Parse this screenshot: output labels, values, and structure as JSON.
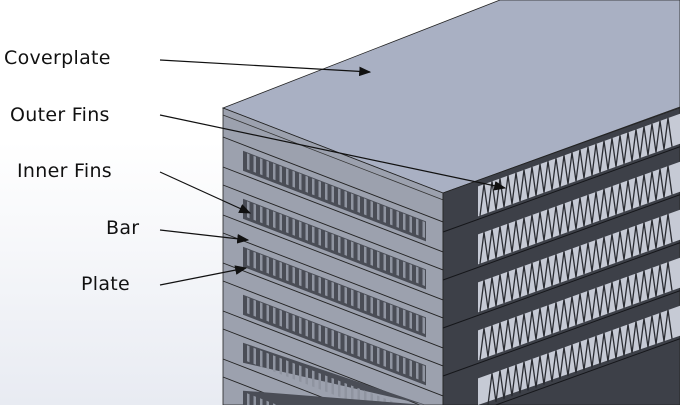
{
  "labels": {
    "coverplate": "Coverplate",
    "outer_fins": "Outer Fins",
    "inner_fins": "Inner Fins",
    "bar": "Bar",
    "plate": "Plate"
  },
  "colors": {
    "top_surface": "#a9b0c3",
    "left_face": "#9ca1ae",
    "right_face": "#3d4048",
    "fin_light": "#c6cad5"
  }
}
